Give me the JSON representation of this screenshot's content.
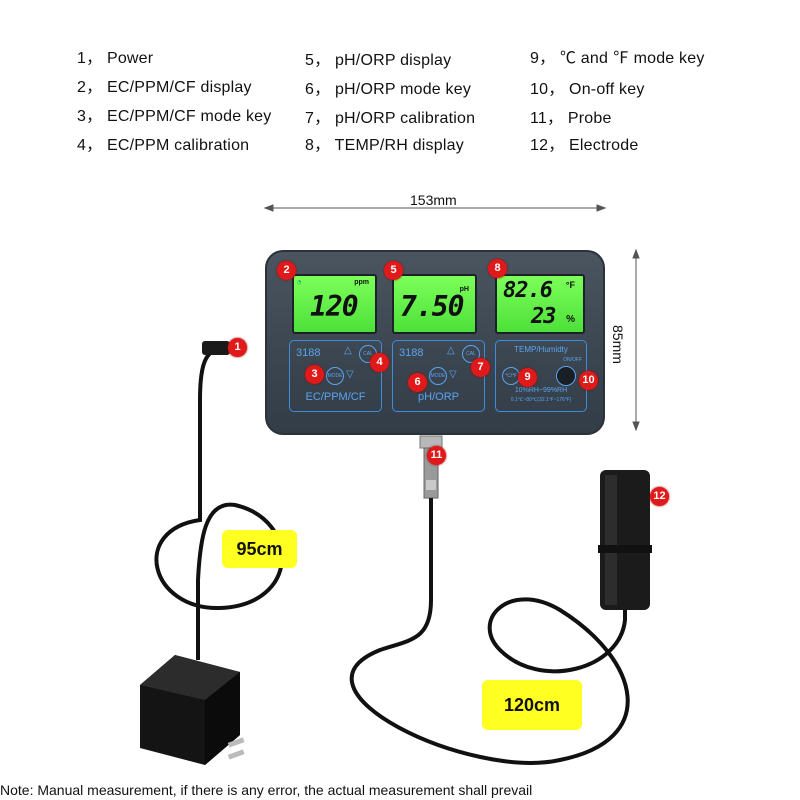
{
  "legend": [
    [
      "1， Power",
      "2， EC/PPM/CF display",
      "3， EC/PPM/CF mode key",
      "4， EC/PPM calibration"
    ],
    [
      "5， pH/ORP display",
      "6， pH/ORP mode key",
      "7， pH/ORP  calibration",
      "8， TEMP/RH display"
    ],
    [
      "9， ℃ and ℉ mode key",
      "10， On-off key",
      "11， Probe",
      "12， Electrode"
    ]
  ],
  "dimensions": {
    "width": "153mm",
    "height": "85mm"
  },
  "displays": {
    "ec": {
      "value": "120",
      "unit": "ppm"
    },
    "ph": {
      "value": "7.50",
      "unit": "pH"
    },
    "temp": {
      "value": "82.6",
      "unit": "°F",
      "rh": "23",
      "rh_unit": "%"
    }
  },
  "panels": {
    "ec": {
      "id": "3188",
      "label": "EC/PPM/CF",
      "mode": "MODE",
      "cal": "CAL"
    },
    "ph": {
      "id": "3188",
      "label": "pH/ORP",
      "mode": "MODE",
      "cal": "CAL"
    },
    "temp": {
      "title": "TEMP/Humidty",
      "onoff": "ON/OFF",
      "key": "℃/℉",
      "range1": "10%RH~99%RH",
      "range2": "0.1℃~80℃(32.1℉~176℉)"
    }
  },
  "markers": [
    "1",
    "2",
    "3",
    "4",
    "5",
    "6",
    "7",
    "8",
    "9",
    "10",
    "11",
    "12"
  ],
  "cables": {
    "power": "95cm",
    "probe": "120cm"
  },
  "note": "Note: Manual measurement, if there is any error, the actual measurement shall prevail",
  "colors": {
    "lcd": "#5ef044",
    "marker": "#e01a1a",
    "tag": "#ffff22",
    "panel_border": "#3f8be0",
    "device": "#3d4852"
  }
}
